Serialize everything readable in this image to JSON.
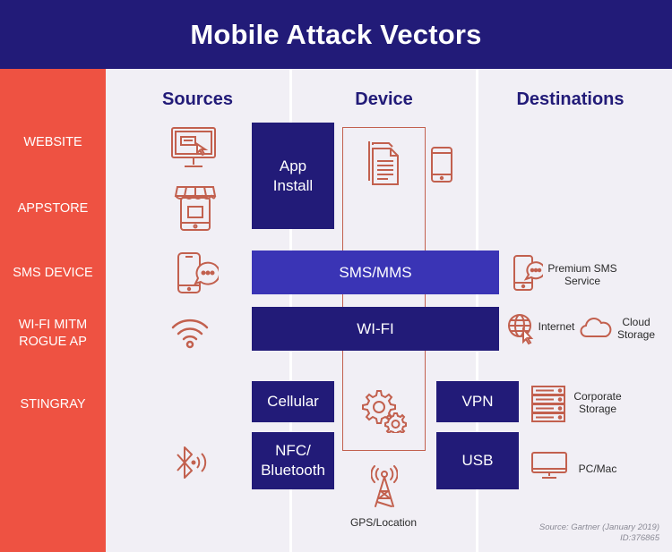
{
  "title": "Mobile Attack Vectors",
  "columns": {
    "sources": "Sources",
    "device": "Device",
    "destinations": "Destinations"
  },
  "rows": {
    "website": "WEBSITE",
    "appstore": "APPSTORE",
    "sms_device": "SMS DEVICE",
    "wifi_line1": "WI-FI MITM",
    "wifi_line2": "ROGUE AP",
    "stingray": "STINGRAY"
  },
  "boxes": {
    "app_install_line1": "App",
    "app_install_line2": "Install",
    "sms_mms": "SMS/MMS",
    "wifi": "WI-FI",
    "cellular": "Cellular",
    "nfc_line1": "NFC/",
    "nfc_line2": "Bluetooth",
    "vpn": "VPN",
    "usb": "USB"
  },
  "destinations": {
    "premium_sms_line1": "Premium SMS",
    "premium_sms_line2": "Service",
    "internet": "Internet",
    "cloud_line1": "Cloud",
    "cloud_line2": "Storage",
    "corporate_line1": "Corporate",
    "corporate_line2": "Storage",
    "pc_mac": "PC/Mac"
  },
  "device_labels": {
    "gps": "GPS/Location"
  },
  "source_note": {
    "line1": "Source: Gartner (January 2019)",
    "line2": "ID:376865"
  },
  "colors": {
    "header": "#221b78",
    "accent_red": "#ee5242",
    "box_dark": "#221b78",
    "box_light": "#3a34b5",
    "icon_stroke": "#c2604e"
  }
}
